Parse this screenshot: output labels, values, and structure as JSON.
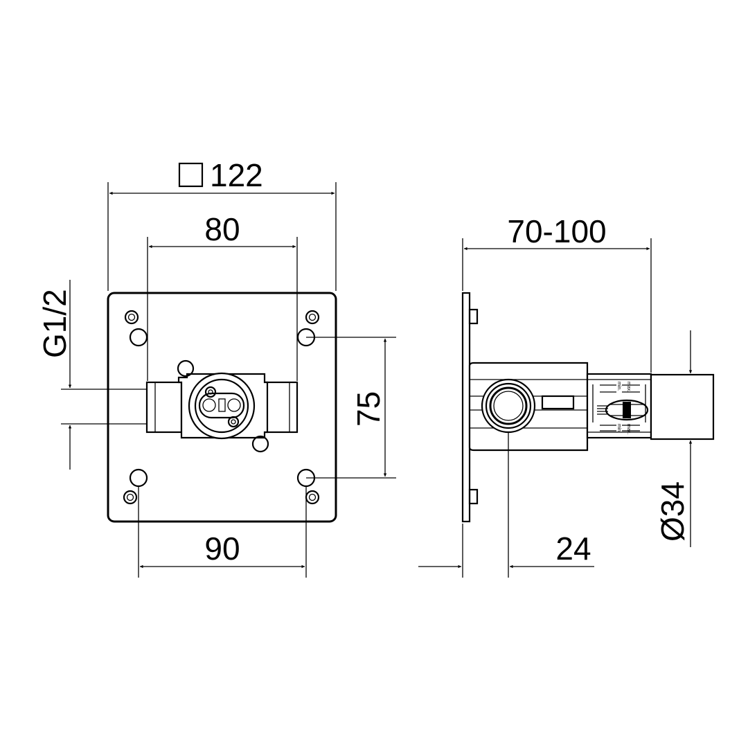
{
  "dimensions": {
    "plate_square": "122",
    "inner_width": "80",
    "g_thread": "G1/2",
    "vertical_spacing": "75",
    "bottom_spacing": "90",
    "depth_range": "70-100",
    "offset": "24",
    "diameter": "Ø34"
  },
  "labels": {
    "min": "min.",
    "max": "max."
  }
}
